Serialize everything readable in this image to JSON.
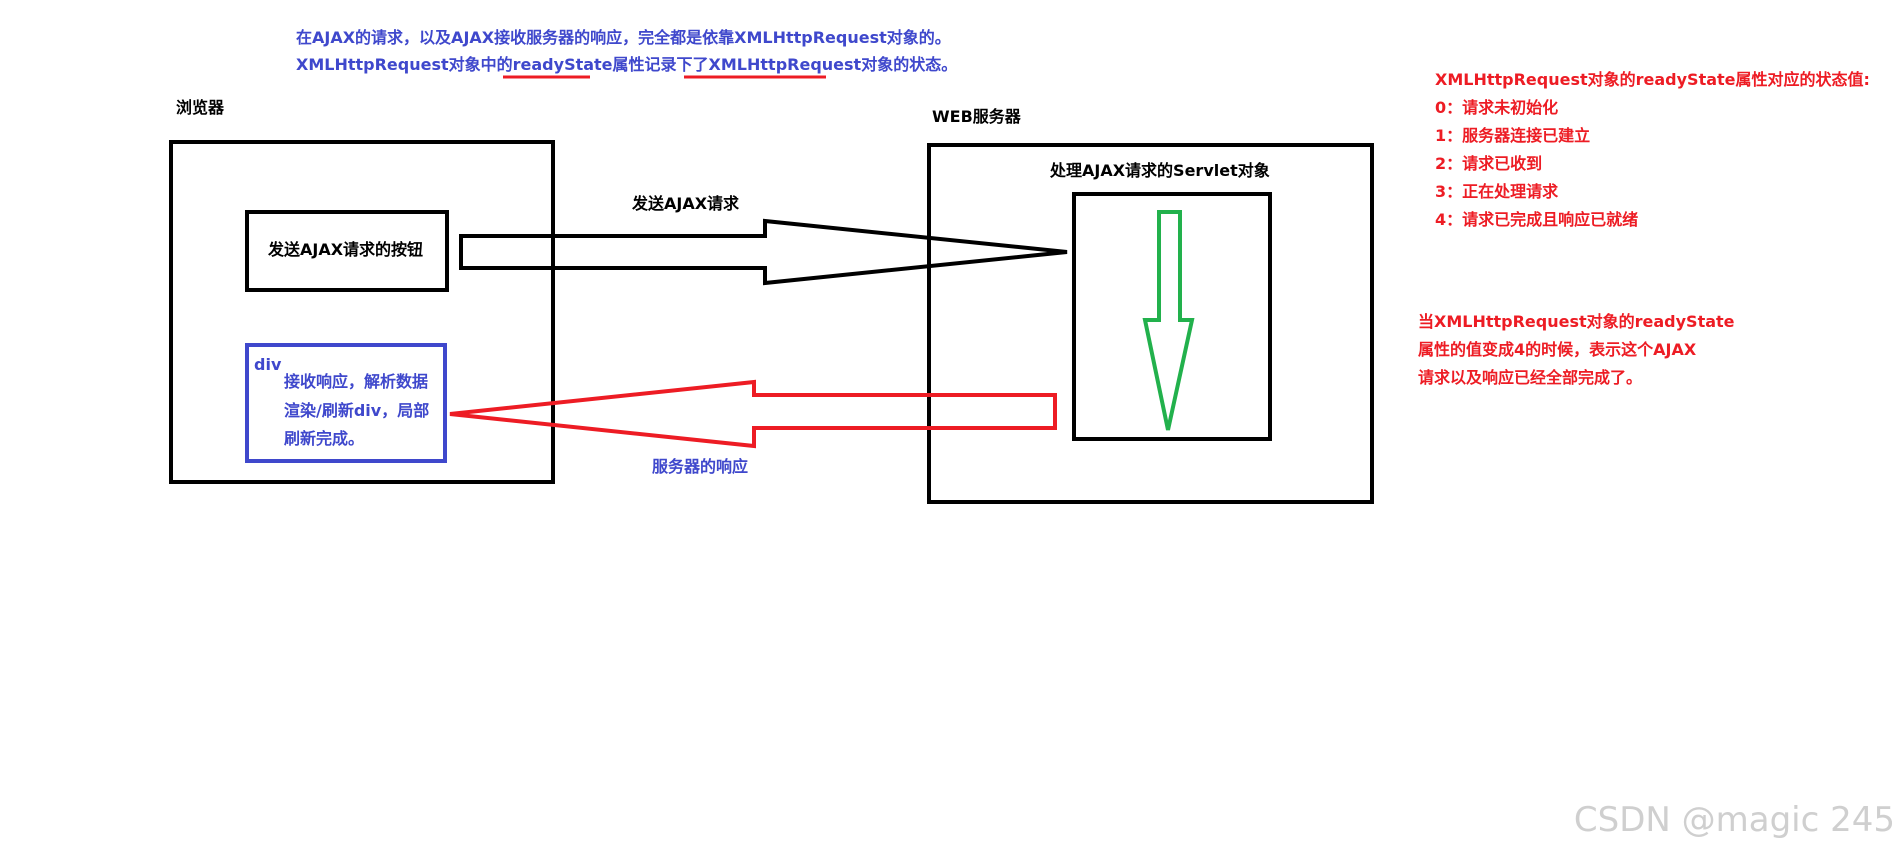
{
  "header_notes": {
    "line1": "在AJAX的请求，以及AJAX接收服务器的响应，完全都是依靠XMLHttpRequest对象的。",
    "line2_parts": [
      "XMLHttpRequest对象中的",
      "readyState",
      "属性记录下了",
      "XMLHttpRequest",
      "对象的状态。"
    ]
  },
  "browser": {
    "label": "浏览器",
    "button_label": "发送AJAX请求的按钮",
    "div_title": "div",
    "div_lines": [
      "接收响应，解析数据",
      "渲染/刷新div，局部",
      "刷新完成。"
    ]
  },
  "server": {
    "label": "WEB服务器",
    "servlet_label": "处理AJAX请求的Servlet对象"
  },
  "arrows": {
    "request_label": "发送AJAX请求",
    "response_label": "服务器的响应"
  },
  "states": {
    "title": "XMLHttpRequest对象的readyState属性对应的状态值:",
    "items": [
      "0：请求未初始化",
      "1：服务器连接已建立",
      "2：请求已收到",
      "3：正在处理请求",
      "4：请求已完成且响应已就绪"
    ]
  },
  "completion_note": {
    "lines": [
      "当XMLHttpRequest对象的readyState",
      "属性的值变成4的时候，表示这个AJAX",
      "请求以及响应已经全部完成了。"
    ]
  },
  "watermark": "CSDN @magic 245",
  "colors": {
    "blue": "#3f48cc",
    "red": "#ed1c24",
    "green": "#22b14c",
    "black": "#000000"
  }
}
